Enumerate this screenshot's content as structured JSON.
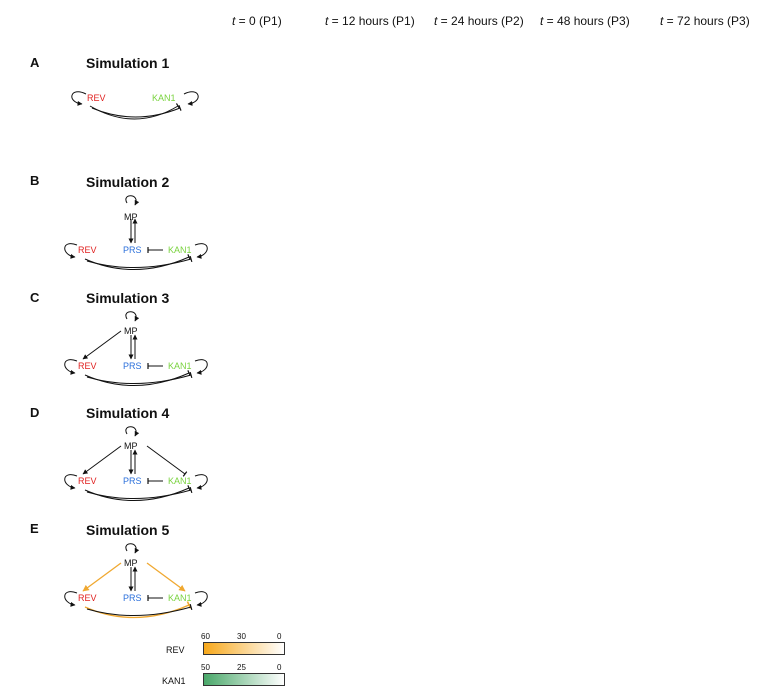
{
  "columns": [
    {
      "t": "t",
      "label": " = 0 (P1)"
    },
    {
      "t": "t",
      "label": " = 12 hours (P1)"
    },
    {
      "t": "t",
      "label": " = 24 hours (P2)"
    },
    {
      "t": "t",
      "label": " = 48 hours (P3)"
    },
    {
      "t": "t",
      "label": " = 72 hours (P3)"
    }
  ],
  "rows": [
    {
      "letter": "A",
      "title": "Simulation 1",
      "states": [
        "p1a",
        "p1b",
        "g3",
        "g4",
        "g5"
      ]
    },
    {
      "letter": "B",
      "title": "Simulation 2",
      "states": [
        "p1a",
        "p1b",
        "g3",
        "g4",
        "g5"
      ]
    },
    {
      "letter": "C",
      "title": "Simulation 3",
      "states": [
        "p1a",
        "o2",
        "o3w",
        "o4",
        "o5"
      ]
    },
    {
      "letter": "D",
      "title": "Simulation 4",
      "states": [
        "p1a",
        "o2",
        "o3",
        "o4",
        "o5"
      ]
    },
    {
      "letter": "E",
      "title": "Simulation 5",
      "states": [
        "p1a",
        "m2",
        "m3",
        "m4",
        "m5"
      ]
    }
  ],
  "genes": {
    "rev": "REV",
    "kan1": "KAN1",
    "prs": "PRS",
    "mp": "MP"
  },
  "legend": {
    "rev": {
      "name": "REV",
      "ticks": [
        "60",
        "30",
        "0"
      ],
      "color_high": "#f7a81b",
      "color_low": "#ffffff"
    },
    "kan1": {
      "name": "KAN1",
      "ticks": [
        "50",
        "25",
        "0"
      ],
      "color_high": "#4aa86a",
      "color_low": "#ffffff"
    }
  },
  "colors": {
    "rev": "#e0201f",
    "kan1": "#7ad33f",
    "prs": "#2a6fdb",
    "mp": "#111111",
    "orange_arrow": "#f0a830"
  }
}
